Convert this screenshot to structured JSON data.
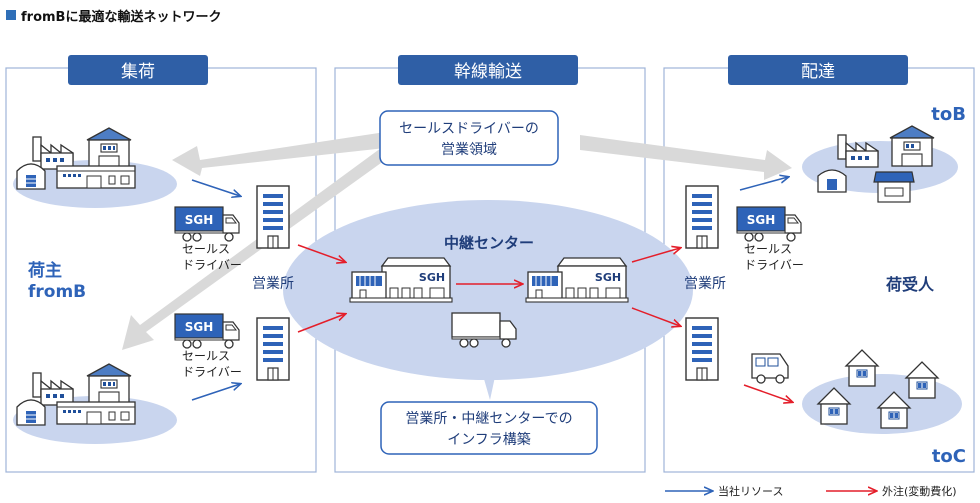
{
  "title": "fromBに最適な輸送ネットワーク",
  "sections": {
    "pickup": "集荷",
    "trunk": "幹線輸送",
    "delivery": "配達"
  },
  "shipper": {
    "line1": "荷主",
    "line2": "fromB"
  },
  "receiver": "荷受人",
  "tob": "toB",
  "toc": "toC",
  "truck_logo": "SGH",
  "sales_driver": {
    "line1": "セールス",
    "line2": "ドライバー"
  },
  "sales_office": "営業所",
  "relay_center": "中継センター",
  "callout_sd": {
    "line1": "セールスドライバーの",
    "line2": "営業領域"
  },
  "callout_infra": {
    "line1": "営業所・中継センターでの",
    "line2": "インフラ構築"
  },
  "legend": {
    "own": "当社リソース",
    "outsourced": "外注(変動費化)",
    "own_color": "#2e63b8",
    "outsourced_color": "#e41e2a"
  },
  "colors": {
    "panel_border": "#9fb4d8",
    "header_fill": "#2f5fa6",
    "ellipse_fill": "#c9d5ee",
    "gray_arrow": "#d9d9d9",
    "text_blue": "#1f3d7a"
  }
}
